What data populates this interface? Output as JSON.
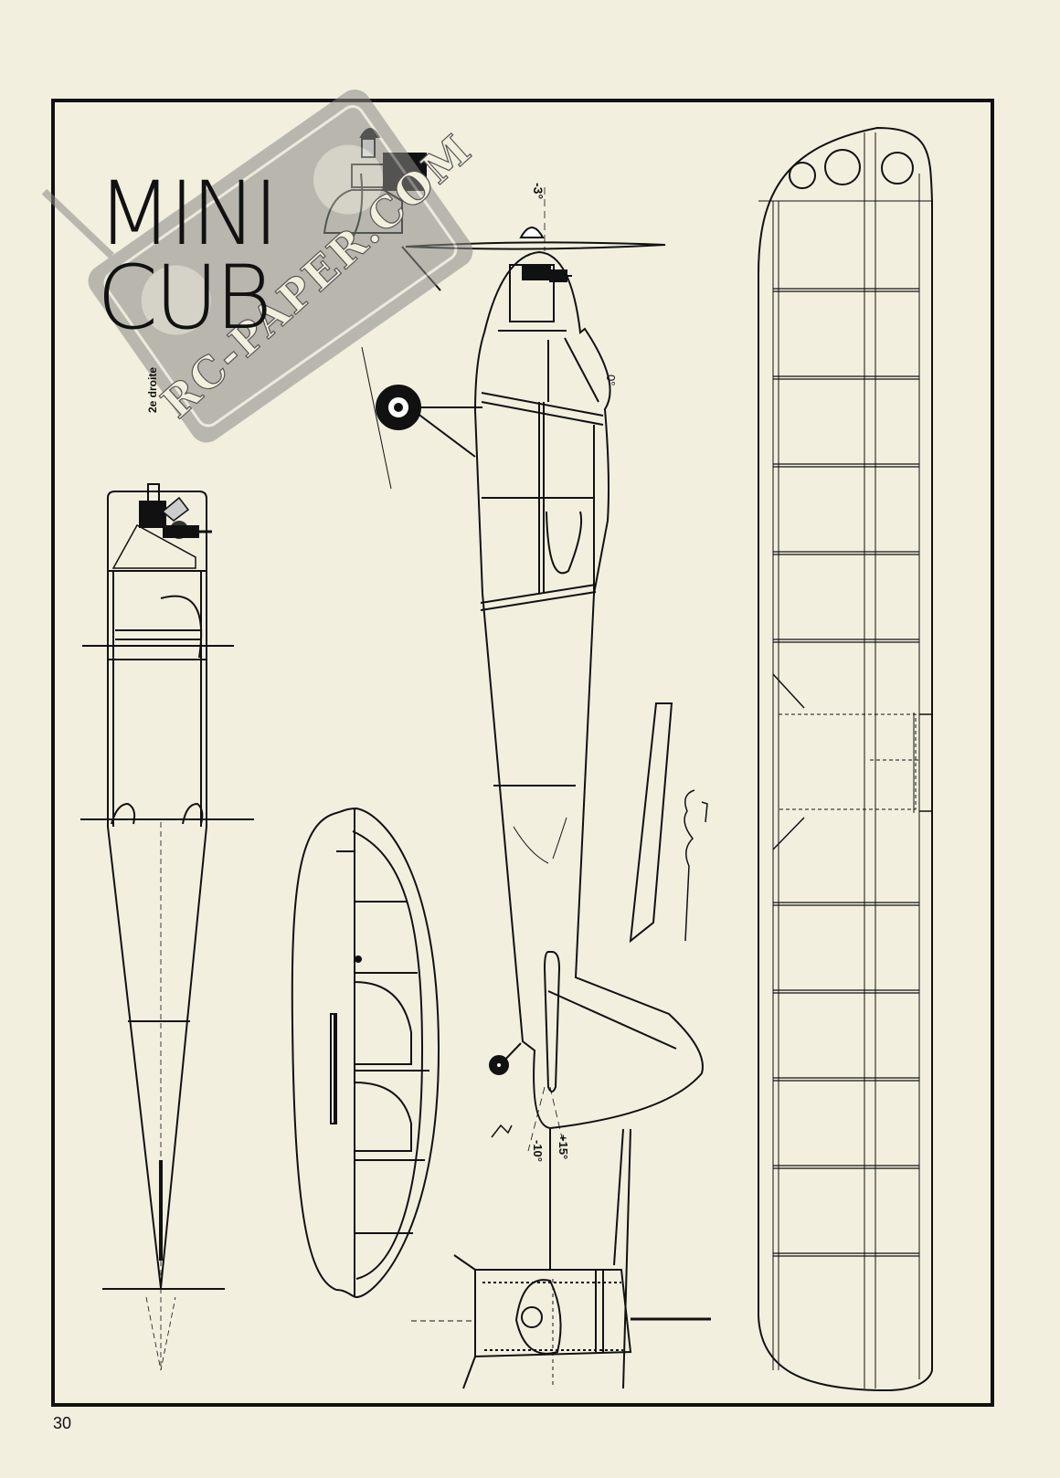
{
  "title": {
    "line1": "MINI",
    "line2": "CUB"
  },
  "sub_label": "2e droite",
  "watermark": "RC-PAPER.COM",
  "page_number": "30",
  "angles": {
    "top_incidence": "-3°",
    "wing_incidence": "0°",
    "elevator_down": "-10°",
    "elevator_up": "+15°"
  },
  "colors": {
    "paper": "#f3efdf",
    "ink": "#111111",
    "watermark": "#8a8a86"
  }
}
